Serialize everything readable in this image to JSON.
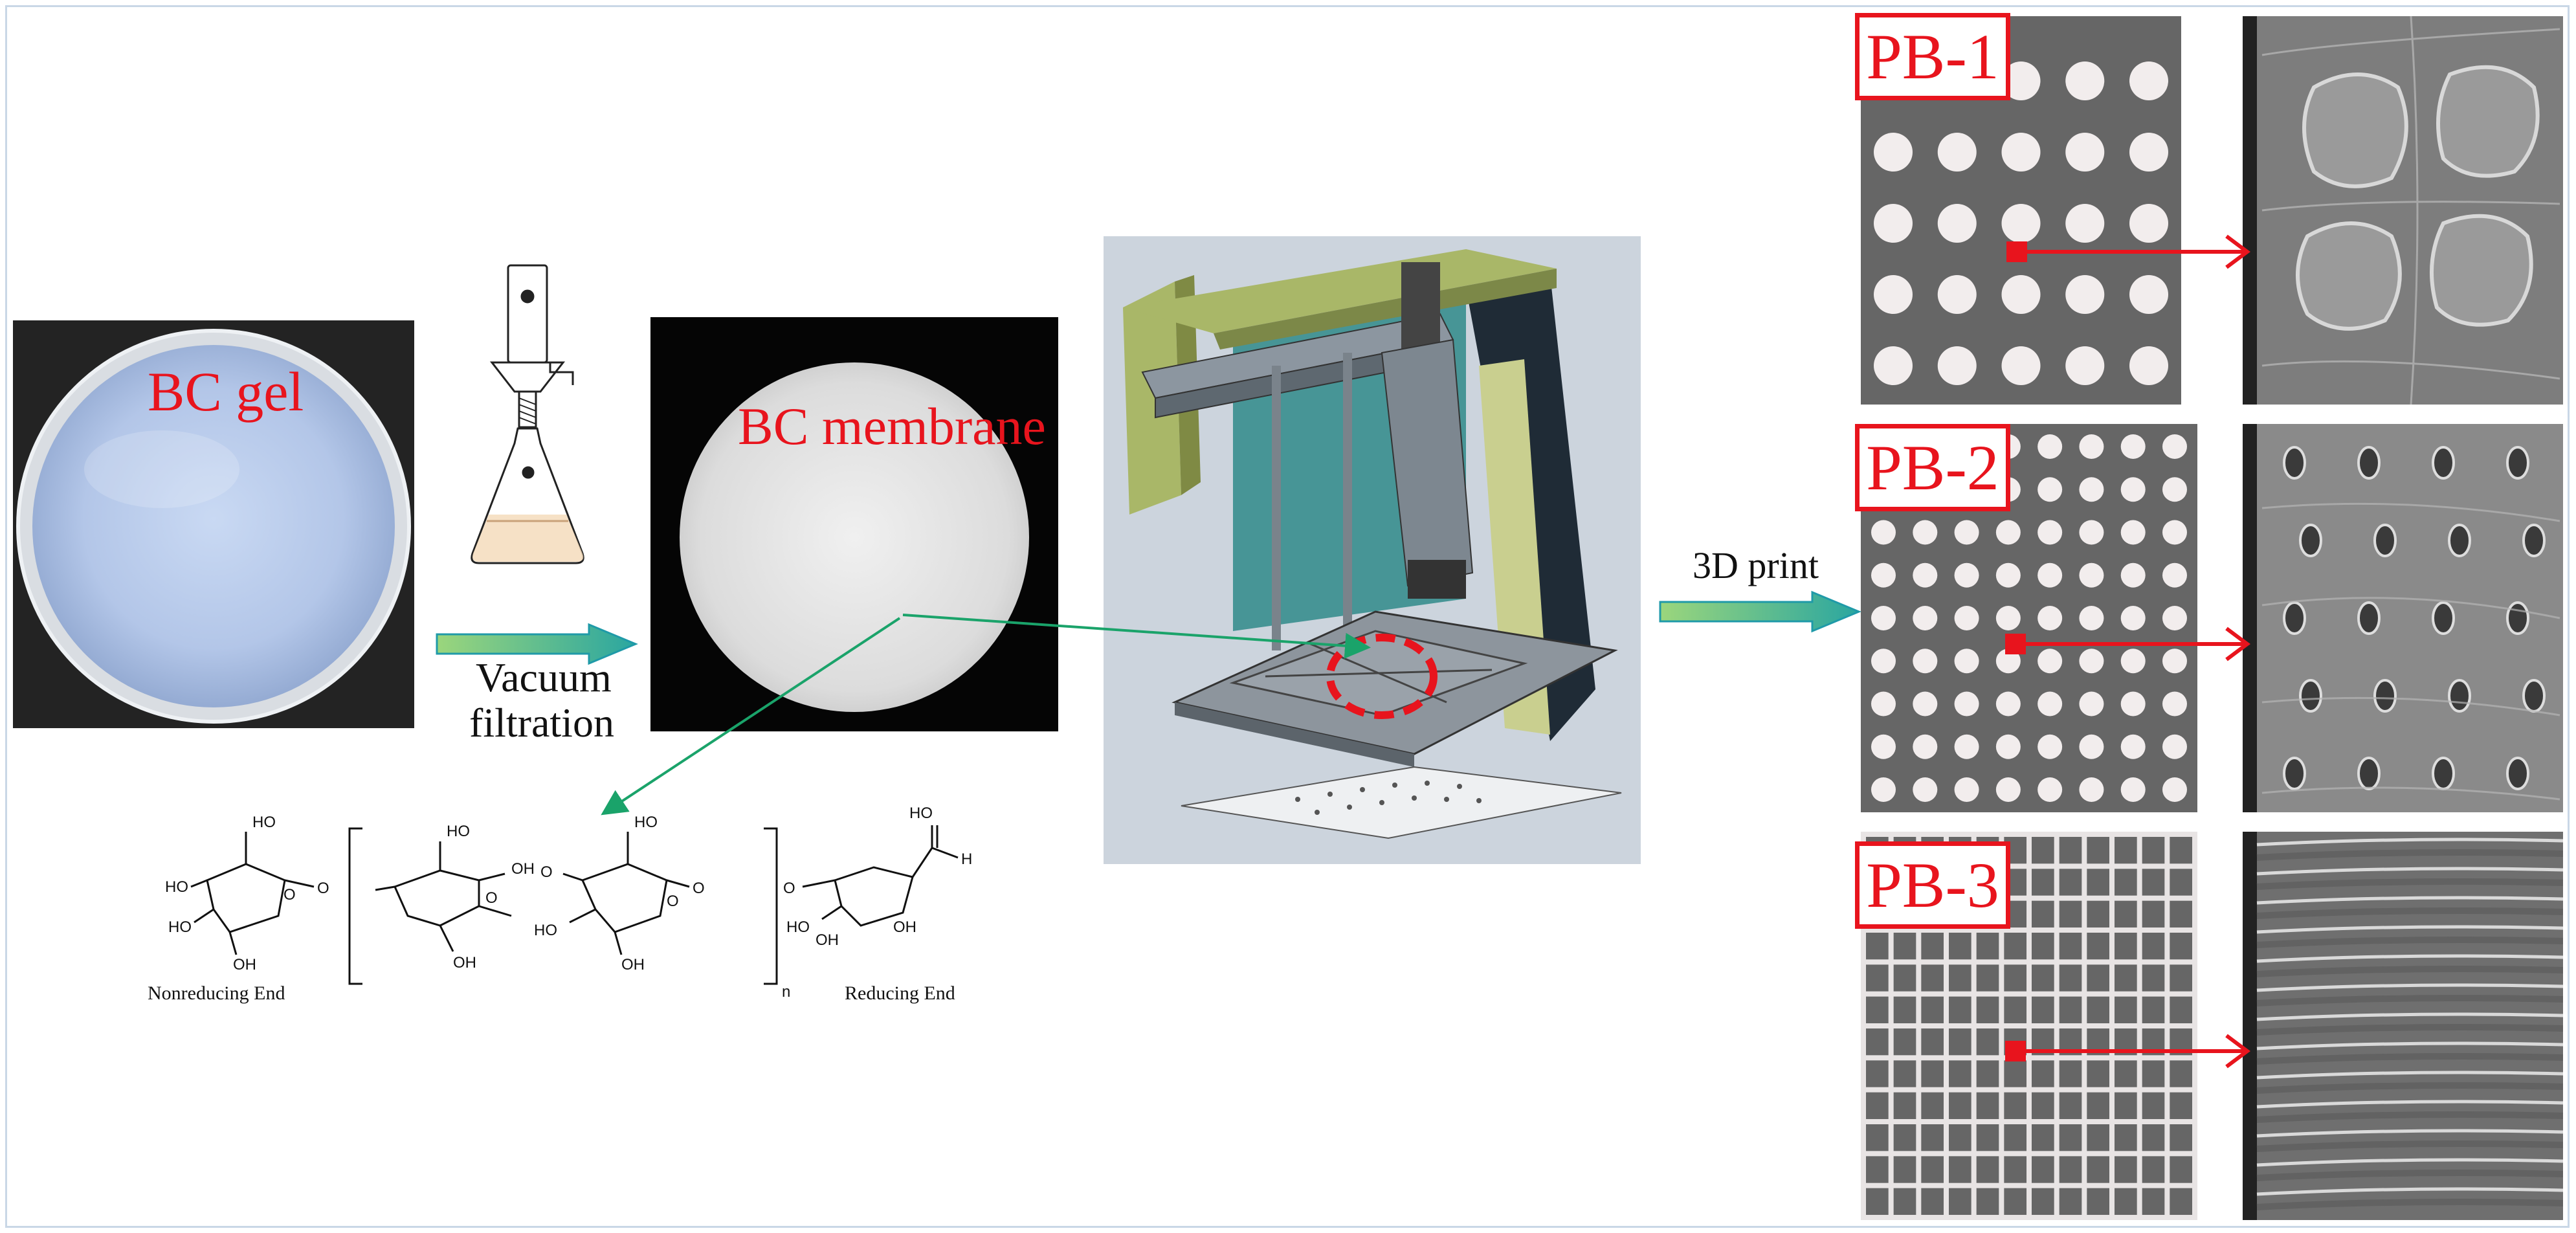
{
  "labels": {
    "bc_gel": "BC gel",
    "vacuum_line1": "Vacuum",
    "vacuum_line2": "filtration",
    "bc_membrane": "BC membrane",
    "print_3d": "3D print",
    "nonreducing_end": "Nonreducing End",
    "reducing_end": "Reducing End",
    "subscript_n": "n"
  },
  "chemistry": {
    "atoms": [
      "HO",
      "HO",
      "HO",
      "OH",
      "O",
      "O",
      "O",
      "HO",
      "OH",
      "OH",
      "O",
      "HO",
      "HO",
      "HO",
      "OH",
      "O",
      "O",
      "HO",
      "OH",
      "OH",
      "O",
      "H"
    ]
  },
  "patterns": [
    {
      "id": "PB-1",
      "label": "PB-1",
      "type": "dots",
      "rows": 5,
      "cols": 5
    },
    {
      "id": "PB-2",
      "label": "PB-2",
      "type": "dots",
      "rows": 9,
      "cols": 8
    },
    {
      "id": "PB-3",
      "label": "PB-3",
      "type": "grid",
      "rows": 12,
      "cols": 12
    }
  ],
  "colors": {
    "label_red": "#e8141d",
    "arrow_green": "#1aa36a",
    "arrow_red": "#e8141d",
    "pattern_gray": "#666666",
    "block_arrow_fill": "#7ec87a",
    "block_arrow_edge": "#1f9aa8"
  }
}
